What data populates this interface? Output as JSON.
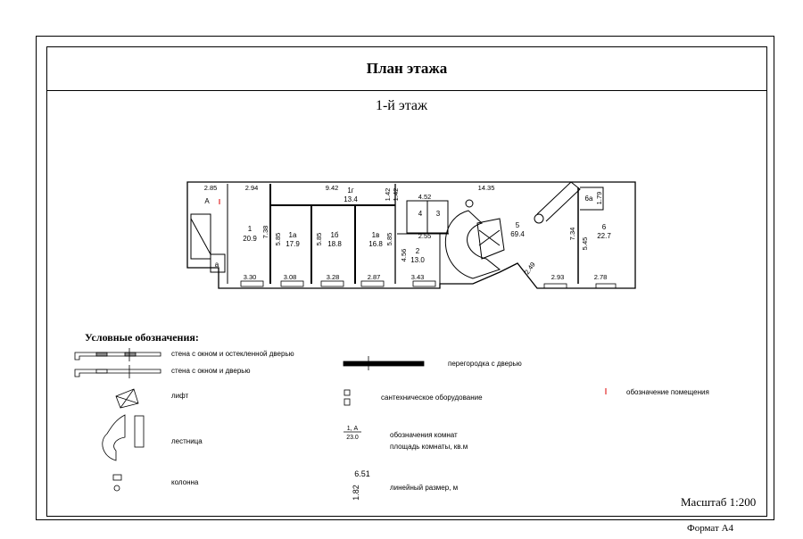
{
  "title": "План этажа",
  "floor": "1-й этаж",
  "scale": "Масштаб 1:200",
  "format": "Формат А4",
  "rooms": [
    {
      "id": "А",
      "area": ""
    },
    {
      "id": "а",
      "area": ""
    },
    {
      "id": "1",
      "area": "20.9"
    },
    {
      "id": "1а",
      "area": "17.9"
    },
    {
      "id": "1б",
      "area": "18.8"
    },
    {
      "id": "1в",
      "area": "16.8"
    },
    {
      "id": "1г",
      "area": "13.4"
    },
    {
      "id": "2",
      "area": "13.0"
    },
    {
      "id": "3",
      "area": ""
    },
    {
      "id": "4",
      "area": ""
    },
    {
      "id": "5",
      "area": "69.4"
    },
    {
      "id": "6",
      "area": "22.7"
    },
    {
      "id": "6а",
      "area": ""
    }
  ],
  "dims": {
    "top": [
      "2.85",
      "2.94",
      "9.42",
      "14.35",
      "4.52",
      "2.55"
    ],
    "bottom": [
      "3.30",
      "3.08",
      "3.28",
      "2.87",
      "3.43",
      "2.93",
      "2.78",
      "2.49"
    ],
    "vertical": [
      "7.38",
      "5.85",
      "5.85",
      "5.85",
      "4.56",
      "1.42",
      "1.42",
      "7.34",
      "5.45",
      "1.79"
    ]
  },
  "legend": {
    "title": "Условные обозначения:",
    "items": [
      "стена с окном и остекленной дверью",
      "стена с окном  и дверью",
      "лифт",
      "лестница",
      "колонна",
      "перегородка с дверью",
      "сантехническое оборудование",
      "обозначения комнат",
      "площадь комнаты, кв.м",
      "линейный размер, м",
      "обозначение помещения"
    ],
    "sample_room_id": "1, А",
    "sample_room_area": "23.0",
    "sample_dim_h": "6.51",
    "sample_dim_v": "1.82"
  }
}
